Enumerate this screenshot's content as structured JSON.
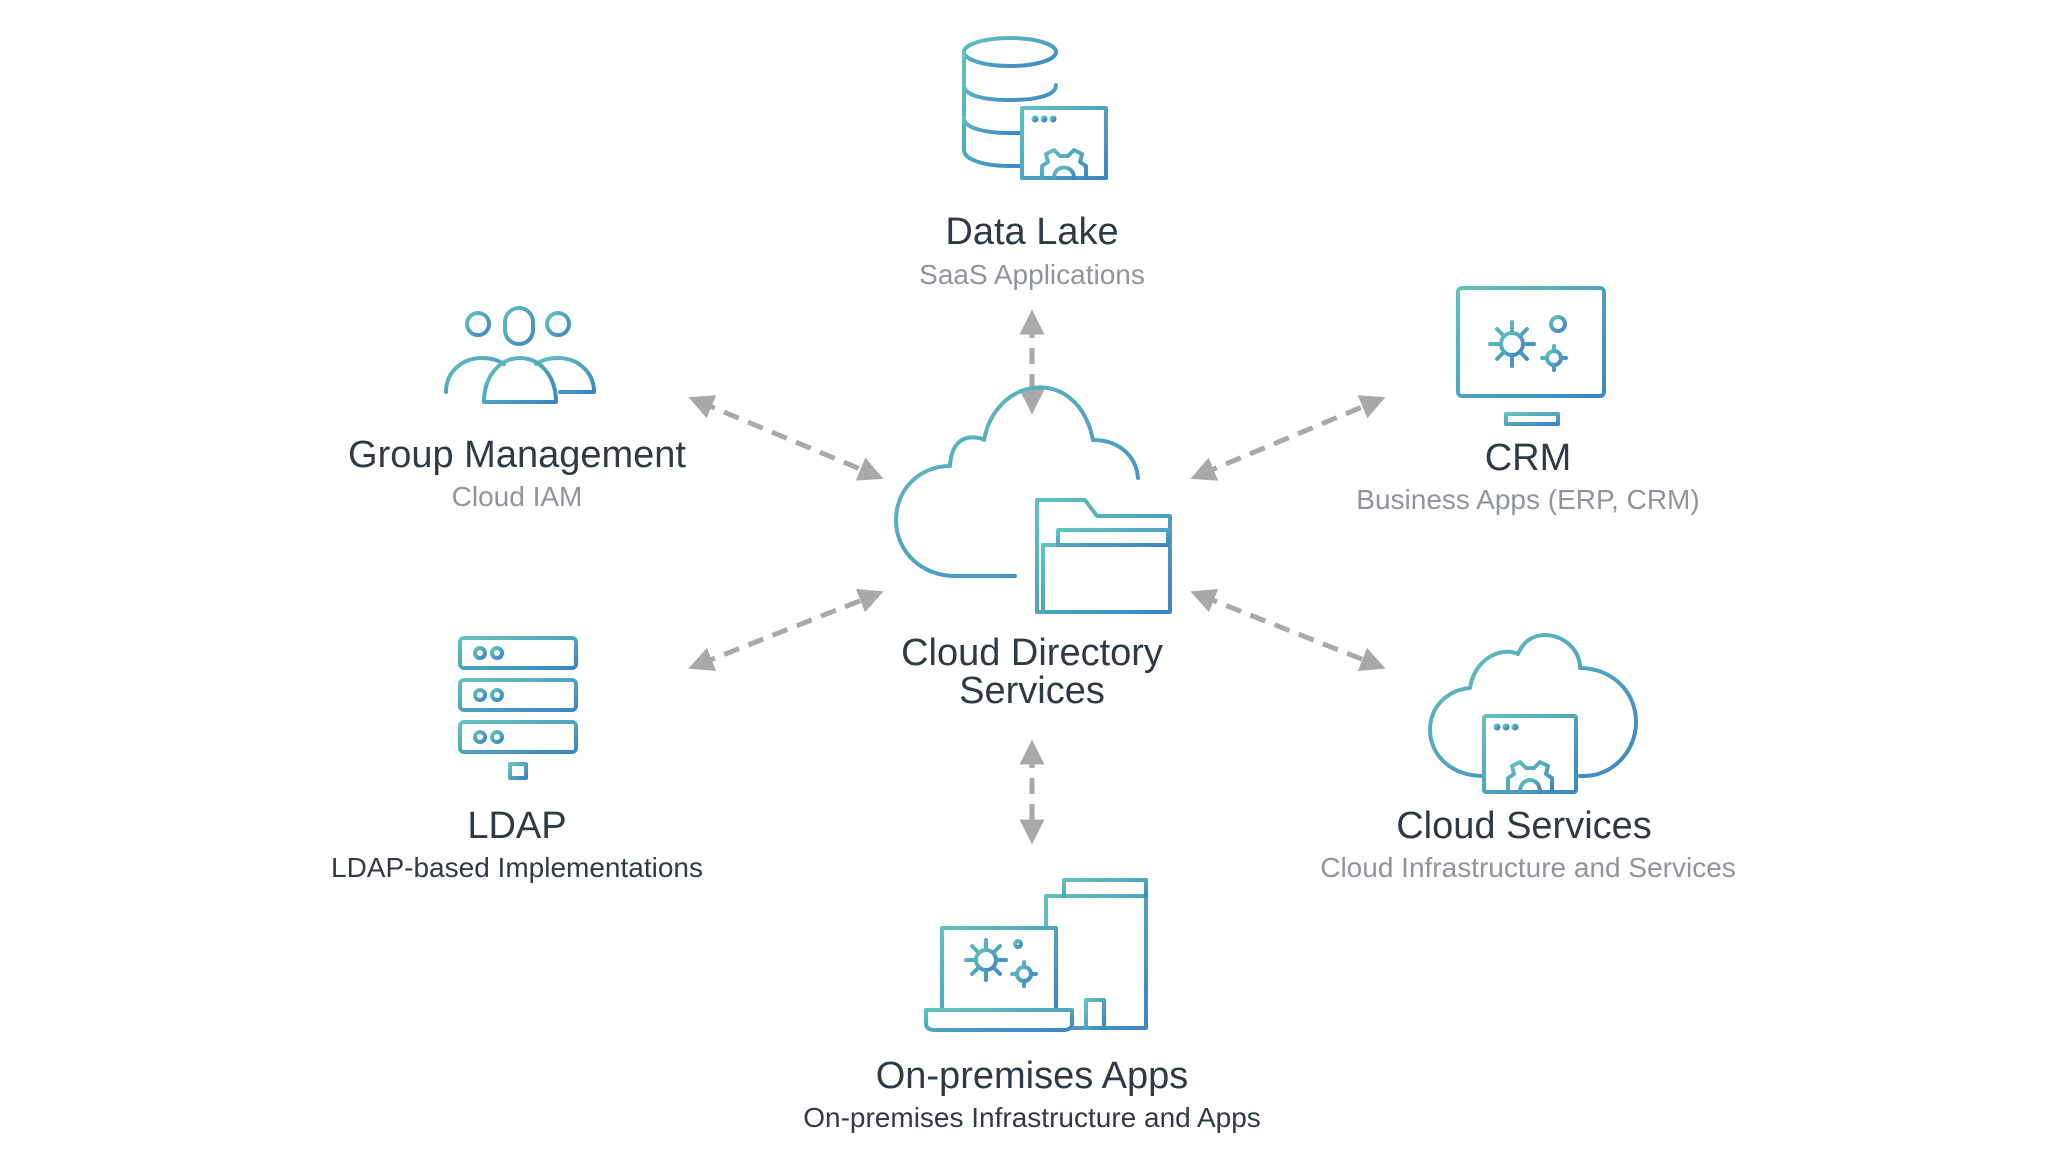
{
  "center": {
    "line1": "Cloud Directory",
    "line2": "Services"
  },
  "nodes": {
    "data_lake": {
      "title": "Data Lake",
      "subtitle": "SaaS Applications"
    },
    "group_management": {
      "title": "Group Management",
      "subtitle": "Cloud IAM"
    },
    "crm": {
      "title": "CRM",
      "subtitle": "Business Apps (ERP, CRM)"
    },
    "ldap": {
      "title": "LDAP",
      "subtitle": "LDAP-based Implementations"
    },
    "cloud_services": {
      "title": "Cloud Services",
      "subtitle": "Cloud Infrastructure and Services"
    },
    "on_premises": {
      "title": "On-premises Apps",
      "subtitle": "On-premises Infrastructure and Apps"
    }
  },
  "colors": {
    "gradient_start": "#63c2bd",
    "gradient_end": "#3c86c4",
    "arrow": "#a9a9a9",
    "title": "#2e3a46",
    "subtitle": "#8e959b"
  },
  "icons": {
    "center": "cloud-folder-icon",
    "data_lake": "database-window-icon",
    "group_management": "users-group-icon",
    "crm": "monitor-gears-icon",
    "ldap": "server-rack-icon",
    "cloud_services": "cloud-window-icon",
    "on_premises": "laptop-building-icon"
  }
}
